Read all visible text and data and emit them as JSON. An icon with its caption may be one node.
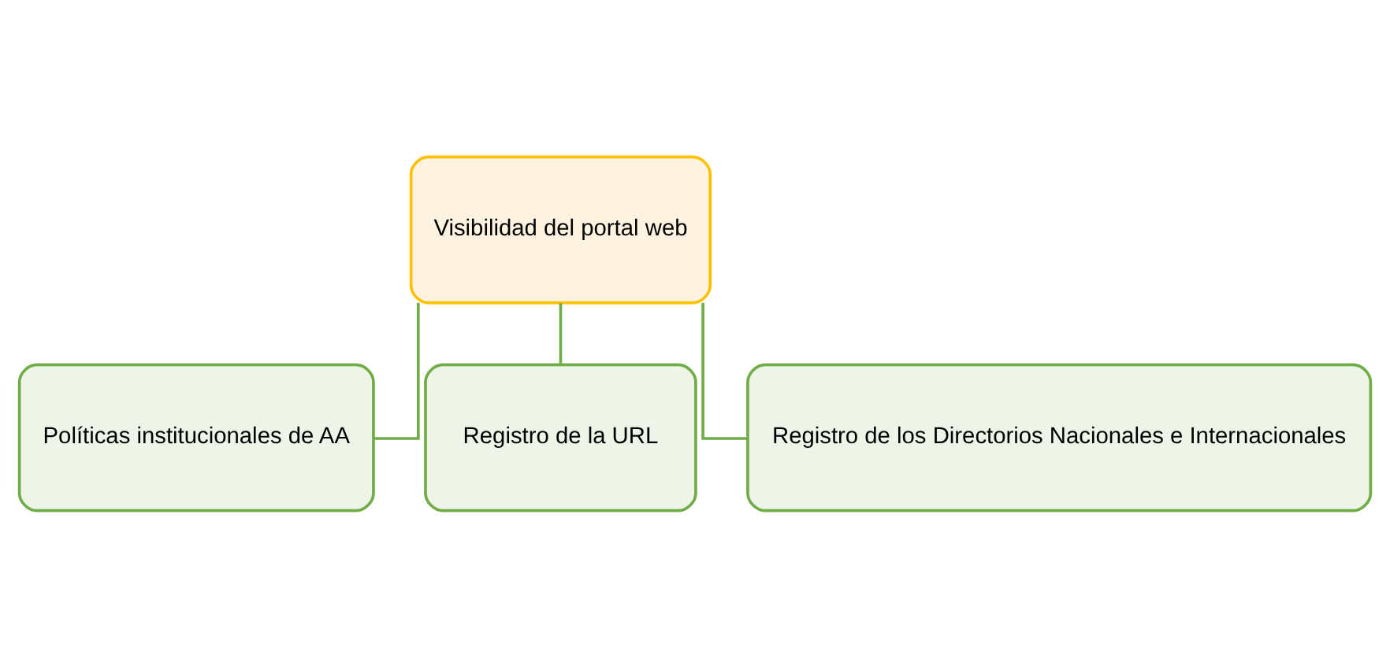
{
  "diagram": {
    "nodes": [
      {
        "text": [
          "Visibilidad del portal web"
        ]
      },
      {
        "text": [
          "Políticas institucionales de AA"
        ]
      },
      {
        "text": [
          "Registro de la URL"
        ]
      },
      {
        "text": [
          "Registro de los Directorios Nacionales e Internacionales"
        ]
      }
    ],
    "edges": [
      {
        "from": 0,
        "to": 1,
        "arrow": "none"
      },
      {
        "from": 0,
        "to": 2,
        "arrow": "none"
      },
      {
        "from": 0,
        "to": 3,
        "arrow": "none"
      }
    ]
  }
}
